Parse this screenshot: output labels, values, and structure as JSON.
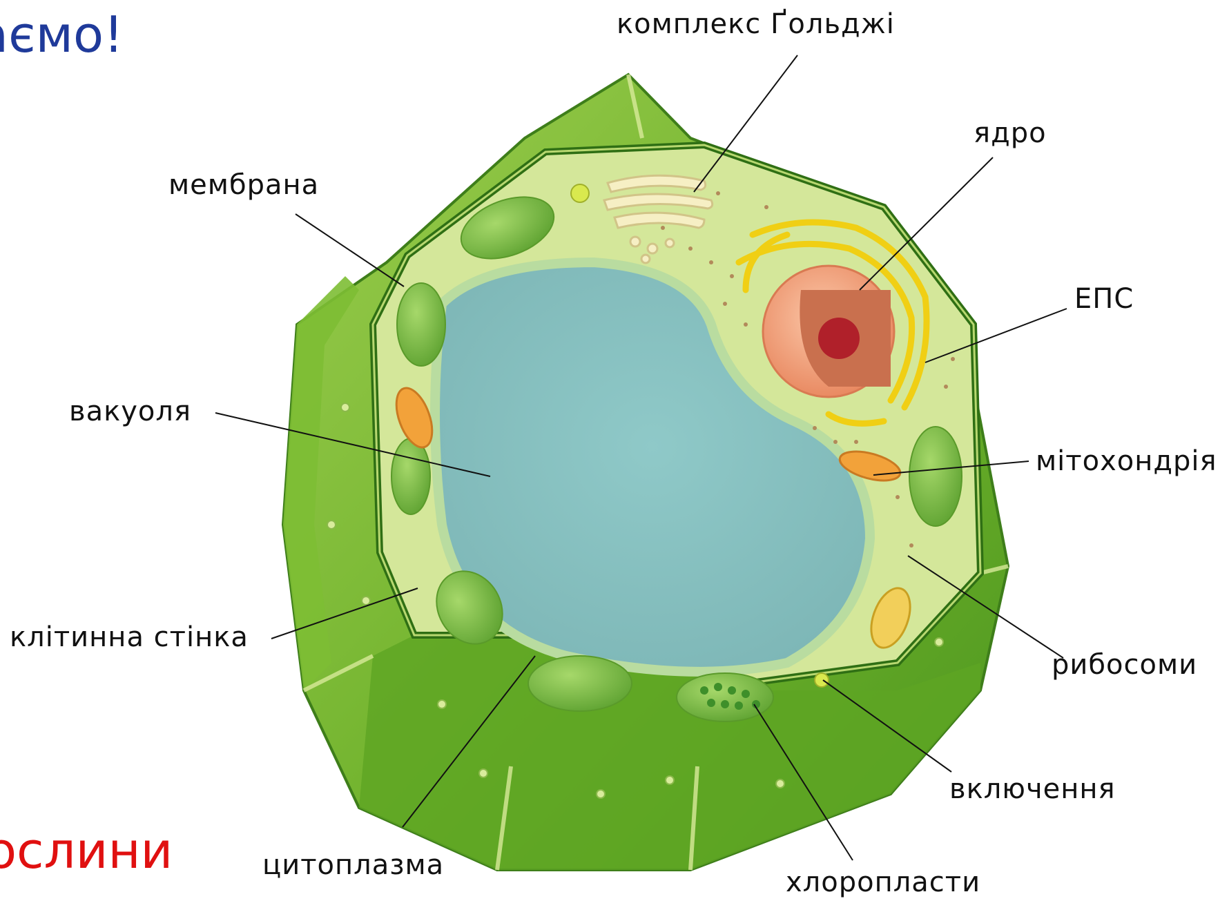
{
  "title": {
    "text": "аємо!",
    "color": "#1f3a9a"
  },
  "subtitle": {
    "text": "ослини",
    "color": "#e01010"
  },
  "labels": {
    "golgi": "комплекс Ґольджі",
    "nucleus": "ядро",
    "membrane": "мембрана",
    "er": "ЕПС",
    "vacuole": "вакуоля",
    "mitochondria": "мітохондрія",
    "cell_wall": "клітинна стінка",
    "ribosomes": "рибосоми",
    "inclusions": "включення",
    "cytoplasm": "цитоплазма",
    "chloroplasts": "хлоропласти"
  },
  "colors": {
    "cell_wall_outer": "#6cb02a",
    "cell_wall_dark": "#3f8a1e",
    "cytoplasm": "#d4e79a",
    "vacuole": "#8cc3c4",
    "chloroplast": "#7fbf4a",
    "nucleus": "#f2a07a",
    "er": "#f3d21a",
    "mitochondria": "#f2a23a"
  }
}
